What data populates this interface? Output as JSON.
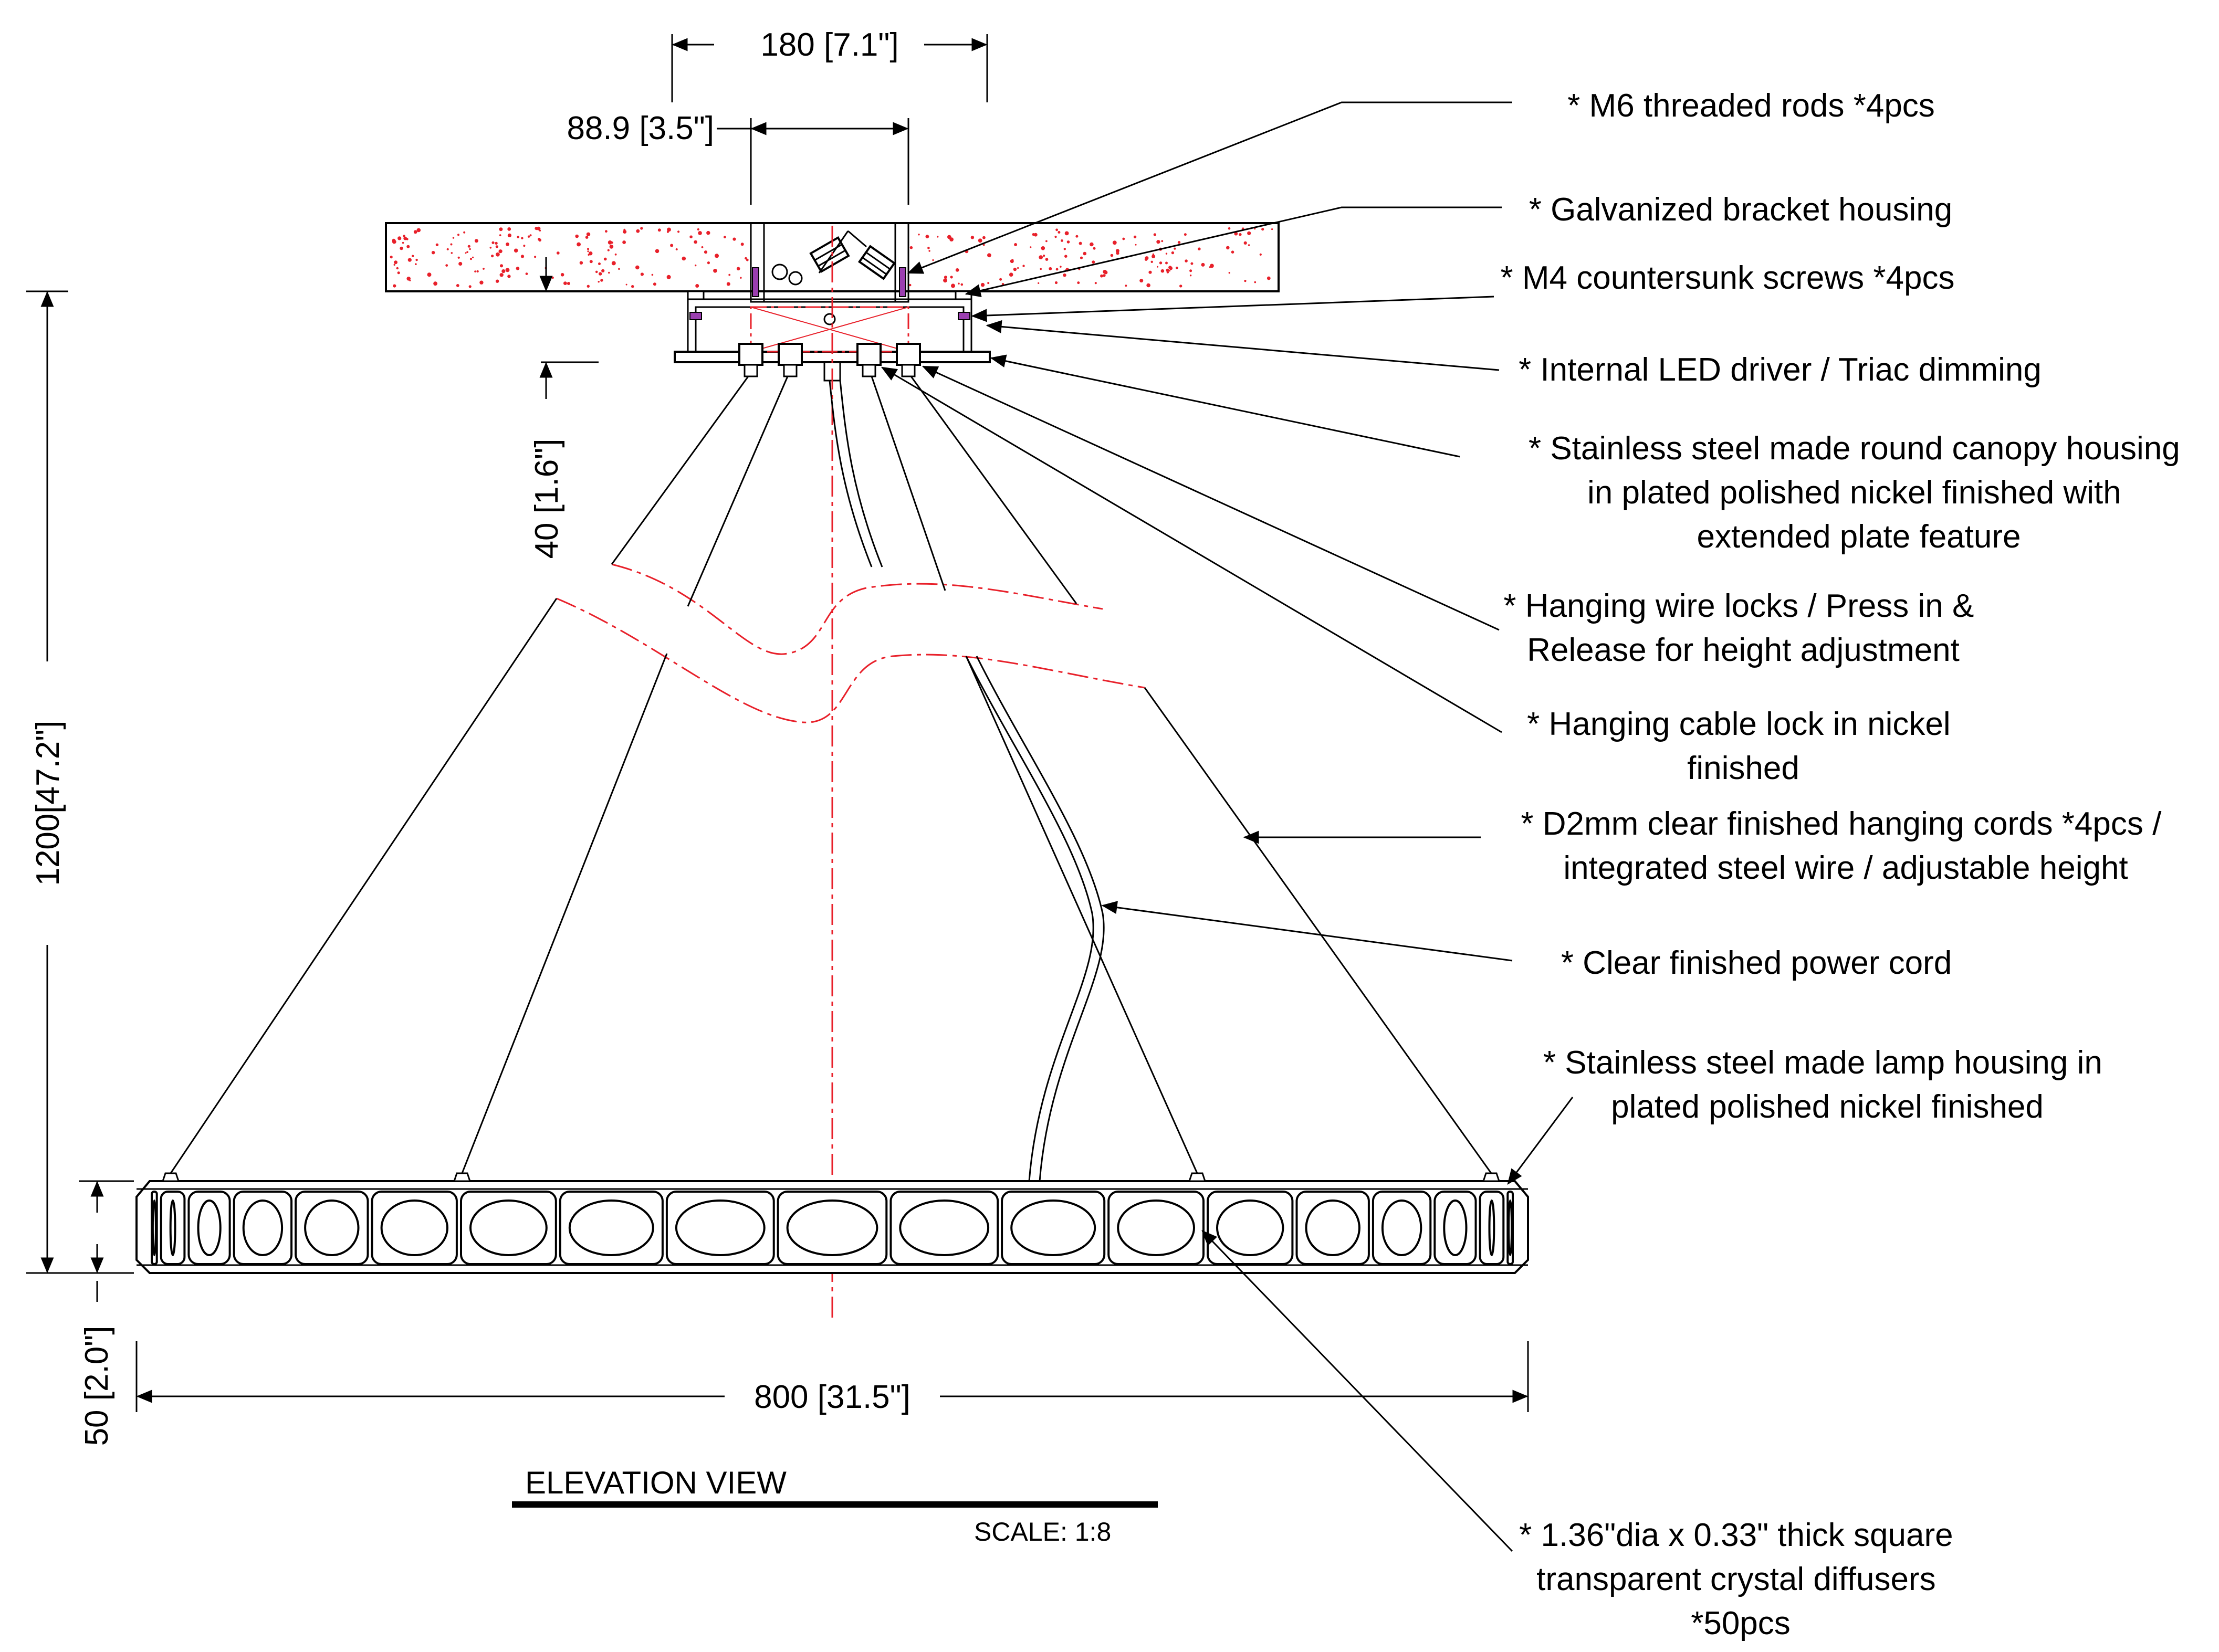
{
  "dimensions": {
    "top_width": "180 [7.1\"]",
    "bracket_width": "88.9 [3.5\"]",
    "canopy_height": "40 [1.6\"]",
    "overall_height": "1200[47.2\"]",
    "ring_height": "50 [2.0\"]",
    "ring_width": "800 [31.5\"]"
  },
  "callouts": [
    {
      "id": "threaded-rods",
      "lines": [
        "* M6 threaded rods *4pcs"
      ]
    },
    {
      "id": "bracket-housing",
      "lines": [
        "* Galvanized bracket housing"
      ]
    },
    {
      "id": "countersunk-screws",
      "lines": [
        "* M4 countersunk screws *4pcs"
      ]
    },
    {
      "id": "led-driver",
      "lines": [
        "* Internal LED driver / Triac dimming"
      ]
    },
    {
      "id": "canopy-housing",
      "lines": [
        "* Stainless steel made round canopy housing",
        "in plated polished nickel finished with",
        "extended plate feature"
      ]
    },
    {
      "id": "wire-locks",
      "lines": [
        "* Hanging wire locks / Press in &",
        "Release for height adjustment"
      ]
    },
    {
      "id": "cable-lock",
      "lines": [
        "* Hanging cable lock in nickel",
        "finished"
      ]
    },
    {
      "id": "hanging-cords",
      "lines": [
        "* D2mm clear finished hanging cords *4pcs /",
        "integrated steel wire / adjustable height"
      ]
    },
    {
      "id": "power-cord",
      "lines": [
        "* Clear finished power cord"
      ]
    },
    {
      "id": "lamp-housing",
      "lines": [
        "* Stainless steel made lamp housing in",
        "plated polished nickel finished"
      ]
    },
    {
      "id": "crystal-diffusers",
      "lines": [
        "* 1.36\"dia x 0.33\" thick square",
        "transparent crystal diffusers",
        "*50pcs"
      ]
    }
  ],
  "view_title": "ELEVATION VIEW",
  "scale_label": "SCALE: 1:8",
  "colors": {
    "line": "#000000",
    "centerline": "#e8202a",
    "ceiling_speckle": "#e8202a",
    "hardware_accent": "#9b3fb0"
  }
}
